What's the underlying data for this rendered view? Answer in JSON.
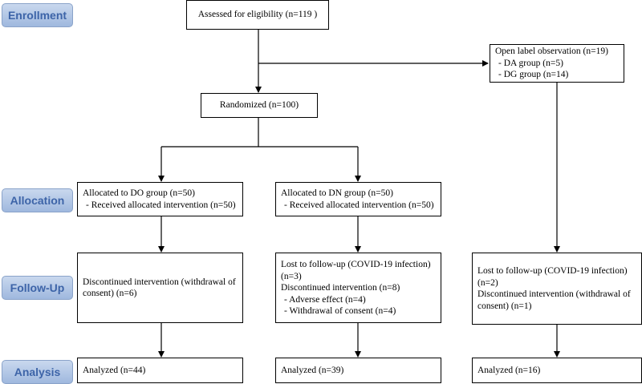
{
  "stages": {
    "enrollment": "Enrollment",
    "allocation": "Allocation",
    "followup": "Follow-Up",
    "analysis": "Analysis"
  },
  "eligibility": {
    "text": "Assessed for eligibility (n=119 )"
  },
  "open_label": {
    "title": "Open label observation  (n=19)",
    "da": "- DA group (n=5)",
    "dg": "- DG group (n=14)"
  },
  "randomized": {
    "text": "Randomized (n=100)"
  },
  "allocation_do": {
    "title": "Allocated to DO group (n=50)",
    "received": "- Received allocated intervention (n=50)"
  },
  "allocation_dn": {
    "title": "Allocated to DN group (n=50)",
    "received": "- Received allocated intervention (n=50)"
  },
  "followup_do": {
    "line1": "Discontinued intervention (withdrawal of",
    "line2": "consent) (n=6)"
  },
  "followup_dn": {
    "line1": "Lost to follow-up (COVID-19 infection)",
    "line2": "(n=3)",
    "line3": "Discontinued intervention (n=8)",
    "line4": "- Adverse effect (n=4)",
    "line5": "- Withdrawal of consent (n=4)"
  },
  "followup_ol": {
    "line1": "Lost to follow-up (COVID-19 infection)",
    "line2": "(n=2)",
    "line3": "Discontinued intervention (withdrawal of",
    "line4": "consent) (n=1)"
  },
  "analysis_do": {
    "text": "Analyzed  (n=44)"
  },
  "analysis_dn": {
    "text": "Analyzed  (n=39)"
  },
  "analysis_ol": {
    "text": "Analyzed  (n=16)"
  }
}
